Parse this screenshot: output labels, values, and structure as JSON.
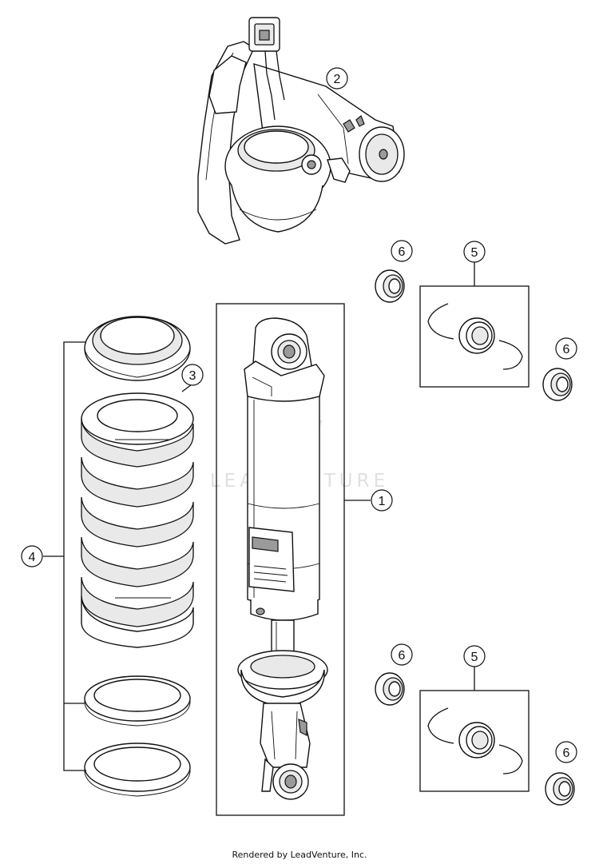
{
  "callouts": [
    {
      "id": "c1",
      "label": "1"
    },
    {
      "id": "c2",
      "label": "2"
    },
    {
      "id": "c3",
      "label": "3"
    },
    {
      "id": "c4",
      "label": "4"
    },
    {
      "id": "c5a",
      "label": "5"
    },
    {
      "id": "c5b",
      "label": "5"
    },
    {
      "id": "c6a",
      "label": "6"
    },
    {
      "id": "c6b",
      "label": "6"
    },
    {
      "id": "c6c",
      "label": "6"
    },
    {
      "id": "c6d",
      "label": "6"
    }
  ],
  "watermark": {
    "text": "LEADVENTURE"
  },
  "footer": {
    "text": "Rendered by LeadVenture, Inc."
  }
}
